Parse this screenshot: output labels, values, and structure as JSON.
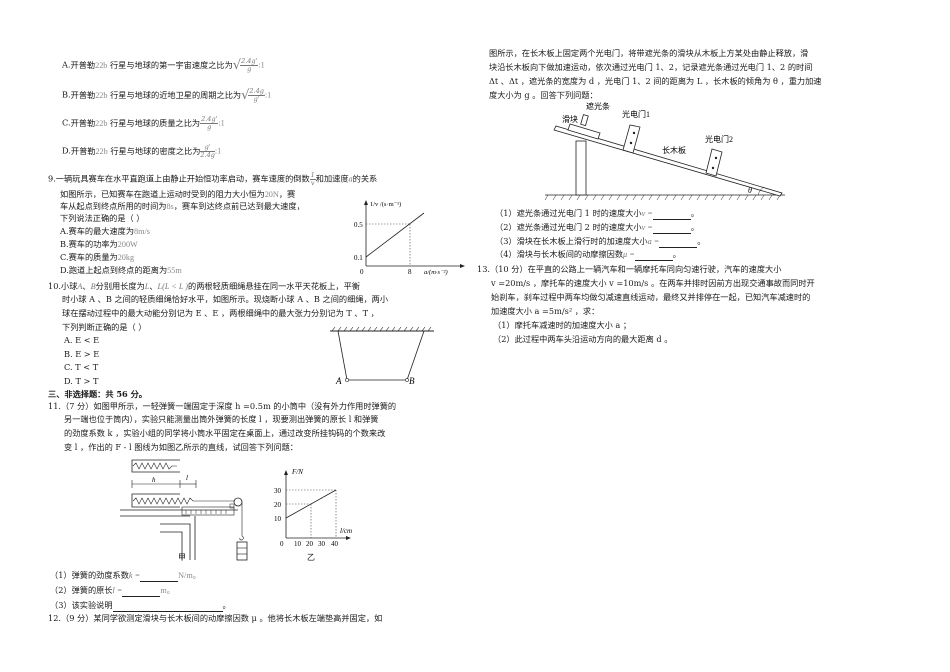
{
  "left_column": {
    "q8_options": [
      {
        "label": "A.",
        "text": "开普勒22b行星与地球的第一宇宙速度之比为",
        "planet": "22b",
        "expr_num": "2.4g'",
        "expr_den": "g",
        "sqrt": true,
        "suffix": ":1"
      },
      {
        "label": "B.",
        "text": "开普勒22b行星与地球的近地卫星的周期之比为",
        "planet": "22b",
        "expr_num": "2.4g",
        "expr_den": "g'",
        "sqrt": true,
        "suffix": ":1"
      },
      {
        "label": "C.",
        "text": "开普勒22b行星与地球的质量之比为",
        "planet": "22b",
        "expr_num": "2.4g'",
        "expr_den": "g",
        "sqrt": false,
        "suffix": ":1"
      },
      {
        "label": "D.",
        "text": "开普勒22b行星与地球的密度之比为",
        "planet": "22b",
        "expr_num": "g'",
        "expr_den": "2.4g",
        "sqrt": false,
        "suffix": ":1"
      }
    ],
    "q9": {
      "stem_line1": "9.一辆玩具赛车在水平直跑道上由静止开始恒功率启动，赛车速度的倒数",
      "stem_line1_frac": {
        "num": "1",
        "den": "v"
      },
      "stem_line1_tail": "和加速度",
      "stem_line1_var": "a",
      "stem_line1_end": "的关系",
      "stem_line2": "如图所示，已知赛车在跑道上运动时受到的阻力大小恒为",
      "stem_line2_val": "20N",
      "stem_line2_end": "，赛",
      "stem_line3": "车从起点到终点所用的时间为",
      "stem_line3_val": "8s",
      "stem_line3_end": "，赛车到达终点前已达到最大速度，",
      "stem_line4": "下列说法正确的是（    ）",
      "options": [
        {
          "label": "A.赛车的最大速度为",
          "value": "8m/s"
        },
        {
          "label": "B.赛车的功率为",
          "value": "200W"
        },
        {
          "label": "C.赛车的质量为",
          "value": "20kg"
        },
        {
          "label": "D.跑道上起点到终点的距离为",
          "value": "55m"
        }
      ]
    },
    "q10": {
      "line1_a": "10.小球",
      "line1_A": "A",
      "line1_b": "、",
      "line1_B": "B",
      "line1_c": "分别用长度为",
      "line1_LA": "L",
      "line1_d": "、",
      "line1_LB": "L",
      "line1_cond": "(L  < L )",
      "line1_e": "的两根轻质细绳悬挂在同一水平天花板上，平衡",
      "line2": "时小球 A 、B 之间的轻质细绳恰好水平，如图所示。现烧断小球 A 、B 之间的细绳，两小",
      "line3": "球在摆动过程中的最大动能分别记为 E  、E  ，两根细绳中的最大张力分别记为 T  、T  ，",
      "line4": "下列判断正确的是（    ）",
      "options": [
        "A. E   < E  ",
        "B. E   > E  ",
        "C. T  < T  ",
        "D. T  > T  "
      ]
    },
    "section3_title": "三、非选择题：共 56 分。",
    "q11": {
      "line1": "11.（7 分）如图甲所示，一轻弹簧一端固定于深度 h =0.5m 的小筒中（没有外力作用时弹簧的",
      "line2": "另一端也位于筒内），实验只能测量出筒外弹簧的长度 l ，现要测出弹簧的原长 l  和弹簧",
      "line3": "的劲度系数 k ，实验小组的同学将小筒水平固定在桌面上，通过改变所挂钩码的个数来改",
      "line4": "变 l ，作出的 F - l 图线为如图乙所示的直线，试回答下列问题：",
      "fig_a_label": "甲",
      "fig_b_label": "乙",
      "sub1_a": "（1）弹簧的劲度系数",
      "sub1_var": "k =",
      "sub1_unit": "N/m。",
      "sub2_a": "（2）弹簧的原长",
      "sub2_var": "l  =",
      "sub2_unit": "m。",
      "sub3_a": "（3）该实验说明",
      "sub3_end": "。"
    },
    "q12_start": "12.（9 分）某同学欲测定滑块与长木板间的动摩擦因数 μ 。他将长木板左端垫高并固定，如"
  },
  "right_column": {
    "q12_cont": [
      "图所示，在长木板上固定两个光电门，将带遮光条的滑块从木板上方某处由静止释放，滑",
      "块沿长木板向下做加速运动，依次通过光电门 1、2，记录遮光条通过光电门 1、2 的时间",
      "Δt  、Δt  ，遮光条的宽度为 d ，光电门 1、2 间的距离为 L ，长木板的倾角为 θ ，重力加速",
      "度大小为 g 。回答下列问题："
    ],
    "q12_figure": {
      "label_strip": "遮光条",
      "label_slider": "滑块",
      "label_gate1": "光电门1",
      "label_gate2": "光电门2",
      "label_board": "长木板",
      "label_angle": "θ"
    },
    "q12_subs": [
      {
        "text": "（1）遮光条通过光电门 1 时的速度大小",
        "var": "v  =",
        "end": "。"
      },
      {
        "text": "（2）遮光条通过光电门 2 时的速度大小",
        "var": "v  =",
        "end": "。"
      },
      {
        "text": "（3）滑块在长木板上滑行时的加速度大小",
        "var": "a =",
        "end": "。"
      },
      {
        "text": "（4）滑块与长木板间的动摩擦因数",
        "var": "μ =",
        "end": "。"
      }
    ],
    "q13": [
      "13.（10 分）在平直的公路上一辆汽车和一辆摩托车同向匀速行驶，汽车的速度大小",
      "v  =20m/s ，摩托车的速度大小 v  =10m/s 。在两车并排时因前方出现交通事故而同时开",
      "始刹车，刹车过程中两车均做匀减速直线运动，最终又并排停在一起，已知汽车减速时的",
      "加速度大小 a  =5m/s² ，求：",
      "（1）摩托车减速时的加速度大小 a  ；",
      "（2）此过程中两车头沿运动方向的最大距离 d 。"
    ]
  },
  "figures": {
    "q9_graph": {
      "ylabel": "1/v /(s·m⁻¹)",
      "xlabel": "a/(m·s⁻²)",
      "y_ticks": [
        "0.1",
        "0.5"
      ],
      "x_ticks": [
        "0",
        "8"
      ]
    },
    "q10_fig": {
      "labelA": "A",
      "labelB": "B"
    },
    "q11_graph": {
      "ylabel": "F/N",
      "xlabel": "l/cm",
      "y_ticks": [
        "10",
        "20",
        "30"
      ],
      "x_ticks": [
        "0",
        "10",
        "20",
        "30",
        "40"
      ]
    },
    "q11_fig_a": {
      "label_h": "h",
      "label_l": "l"
    }
  },
  "chart_data": [
    {
      "type": "line",
      "title": "Q9 1/v vs a",
      "xlabel": "a/(m·s⁻²)",
      "ylabel": "1/v /(s·m⁻¹)",
      "x": [
        0,
        8
      ],
      "y": [
        0.1,
        0.5
      ],
      "xlim": [
        0,
        10
      ],
      "ylim": [
        0,
        0.6
      ],
      "grid": false
    },
    {
      "type": "line",
      "title": "Q11 F-l (乙)",
      "xlabel": "l/cm",
      "ylabel": "F/N",
      "x": [
        0,
        20,
        40
      ],
      "y": [
        10,
        20,
        30
      ],
      "xlim": [
        0,
        45
      ],
      "ylim": [
        0,
        35
      ],
      "grid": false
    }
  ]
}
